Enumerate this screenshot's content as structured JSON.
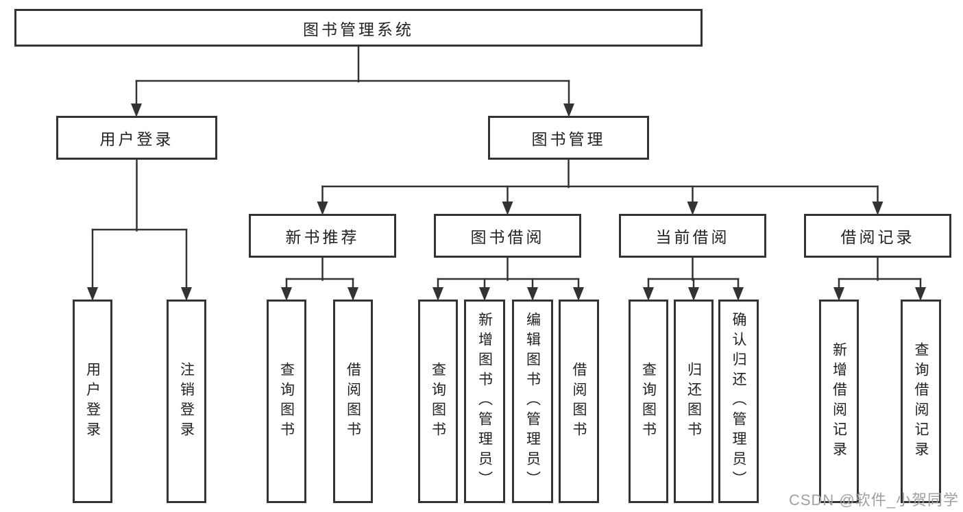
{
  "title": "图书管理系统",
  "tree": {
    "root": {
      "label": "图书管理系统"
    },
    "branches": [
      {
        "label": "用户登录",
        "children": [
          {
            "label": "用户登录"
          },
          {
            "label": "注销登录"
          }
        ]
      },
      {
        "label": "图书管理",
        "children": [
          {
            "label": "新书推荐",
            "children": [
              {
                "label": "查询图书"
              },
              {
                "label": "借阅图书"
              }
            ]
          },
          {
            "label": "图书借阅",
            "children": [
              {
                "label": "查询图书"
              },
              {
                "label": "新增图书（管理员）"
              },
              {
                "label": "编辑图书（管理员）"
              },
              {
                "label": "借阅图书"
              }
            ]
          },
          {
            "label": "当前借阅",
            "children": [
              {
                "label": "查询图书"
              },
              {
                "label": "归还图书"
              },
              {
                "label": "确认归还（管理员）"
              }
            ]
          },
          {
            "label": "借阅记录",
            "children": [
              {
                "label": "新增借阅记录"
              },
              {
                "label": "查询借阅记录"
              }
            ]
          }
        ]
      }
    ]
  },
  "watermark": "CSDN @软件_小贺同学",
  "colors": {
    "line": "#333333",
    "box_border": "#333333",
    "text": "#222222",
    "watermark": "#a0a0a0",
    "background": "#ffffff"
  }
}
